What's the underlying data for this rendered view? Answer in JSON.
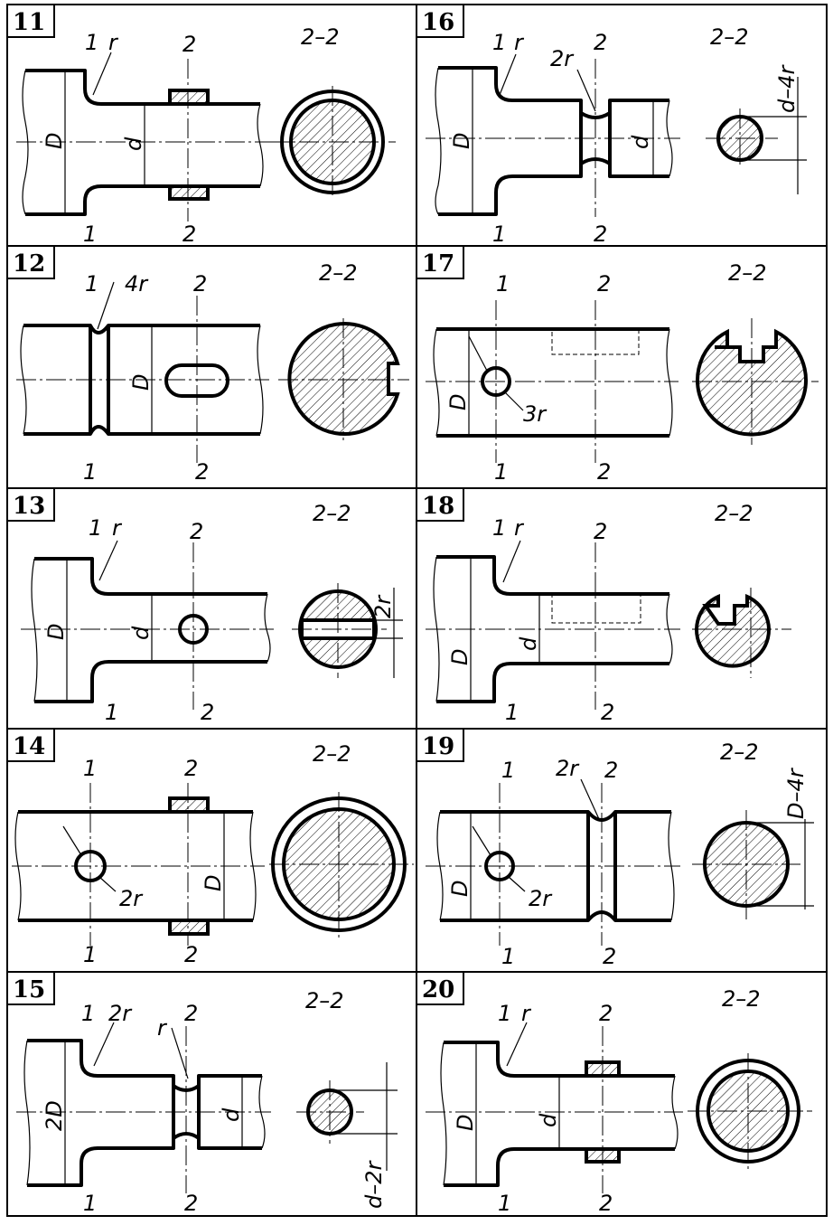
{
  "section_title": "2–2",
  "panels": [
    {
      "number": "11",
      "labels": [
        "1",
        "r",
        "2",
        "D",
        "d",
        "1",
        "2"
      ]
    },
    {
      "number": "16",
      "labels": [
        "1",
        "r",
        "2r",
        "2",
        "D",
        "d",
        "1",
        "2",
        "d–4r"
      ]
    },
    {
      "number": "12",
      "labels": [
        "1",
        "4r",
        "2",
        "D",
        "1",
        "2"
      ]
    },
    {
      "number": "17",
      "labels": [
        "1",
        "2",
        "D",
        "3r",
        "1",
        "2"
      ]
    },
    {
      "number": "13",
      "labels": [
        "1",
        "r",
        "2",
        "D",
        "d",
        "1",
        "2",
        "2r"
      ]
    },
    {
      "number": "18",
      "labels": [
        "1",
        "r",
        "2",
        "D",
        "d",
        "1",
        "2"
      ]
    },
    {
      "number": "14",
      "labels": [
        "1",
        "2",
        "D",
        "2r",
        "1",
        "2"
      ]
    },
    {
      "number": "19",
      "labels": [
        "1",
        "2r",
        "2",
        "D",
        "2r",
        "1",
        "2",
        "D–4r"
      ]
    },
    {
      "number": "15",
      "labels": [
        "1",
        "2r",
        "r",
        "2",
        "2D",
        "d",
        "1",
        "2",
        "d–2r"
      ]
    },
    {
      "number": "20",
      "labels": [
        "1",
        "r",
        "2",
        "D",
        "d",
        "1",
        "2"
      ]
    }
  ]
}
